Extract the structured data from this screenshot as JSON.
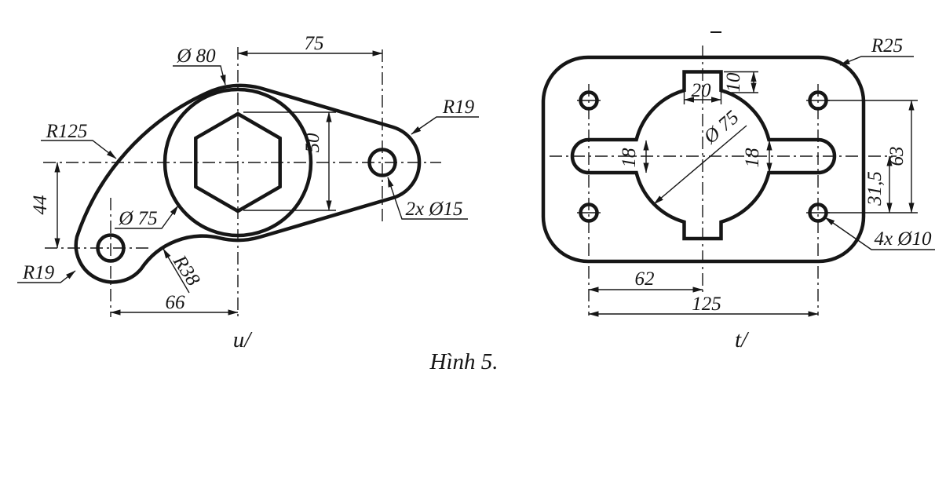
{
  "figure": {
    "caption": "Hình 5.",
    "left_view_label": "u/",
    "right_view_label": "t/"
  },
  "left_view": {
    "dims": {
      "outer_diameter": "Ø 80",
      "bore_diameter": "Ø 75",
      "arm_radius": "R125",
      "lobe_radius_top": "R19",
      "lobe_radius_bottom": "R19",
      "fillet_radius": "R38",
      "hole_callout": "2x Ø15",
      "center_distance_horizontal": "75",
      "hex_across_corners": "50",
      "center_distance_vertical": "44",
      "center_distance_left_hole": "66"
    }
  },
  "right_view": {
    "dims": {
      "corner_radius": "R25",
      "keyway_width": "20",
      "keyway_depth": "10",
      "slot_width_left": "18",
      "slot_width_right": "18",
      "bore_diameter": "Ø 75",
      "hole_row_spacing": "63",
      "hole_row_offset": "31,5",
      "hole_callout": "4x Ø10",
      "hole_column_spacing": "62",
      "hole_column_overall": "125"
    }
  },
  "colors": {
    "ink": "#161616",
    "background": "#ffffff"
  }
}
